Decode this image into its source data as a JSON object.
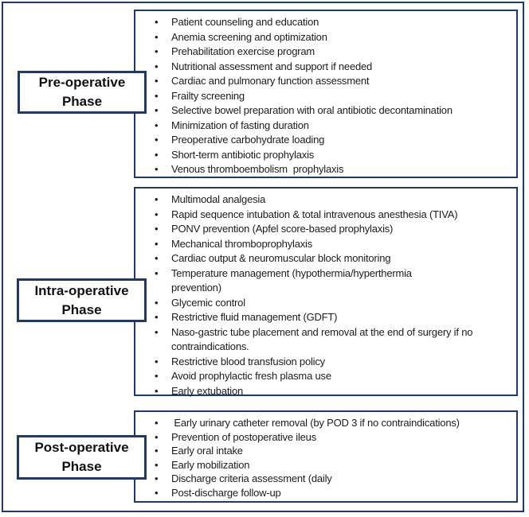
{
  "colors": {
    "border": "#1f3a68",
    "text": "#1c1c1c",
    "background": "#ffffff"
  },
  "phases": [
    {
      "label": "Pre-operative\nPhase",
      "items": [
        "Patient counseling and education",
        "Anemia screening and optimization",
        "Prehabilitation exercise program",
        "Nutritional assessment and support if needed",
        "Cardiac and pulmonary function assessment",
        "Frailty screening",
        "Selective bowel preparation with oral antibiotic decontamination",
        "Minimization of fasting duration",
        "Preoperative carbohydrate loading",
        "Short-term antibiotic prophylaxis",
        "Venous thromboembolism  prophylaxis"
      ]
    },
    {
      "label": "Intra-operative\nPhase",
      "items": [
        "Multimodal analgesia",
        "Rapid sequence intubation & total intravenous anesthesia (TIVA)",
        "PONV prevention (Apfel score-based prophylaxis)",
        "Mechanical thromboprophylaxis",
        "Cardiac output & neuromuscular block monitoring",
        "Temperature management (hypothermia/hyperthermia\nprevention)",
        "Glycemic control",
        "Restrictive fluid management (GDFT)",
        "Naso-gastric tube placement and removal at the end of surgery if no\ncontraindications.",
        "Restrictive blood transfusion policy",
        "Avoid prophylactic fresh plasma use",
        "Early extubation"
      ]
    },
    {
      "label": "Post-operative\nPhase",
      "items": [
        " Early urinary catheter removal (by POD 3 if no contraindications)",
        "Prevention of postoperative ileus",
        "Early oral intake",
        "Early mobilization",
        "Discharge criteria assessment (daily",
        "Post-discharge follow-up"
      ]
    }
  ]
}
